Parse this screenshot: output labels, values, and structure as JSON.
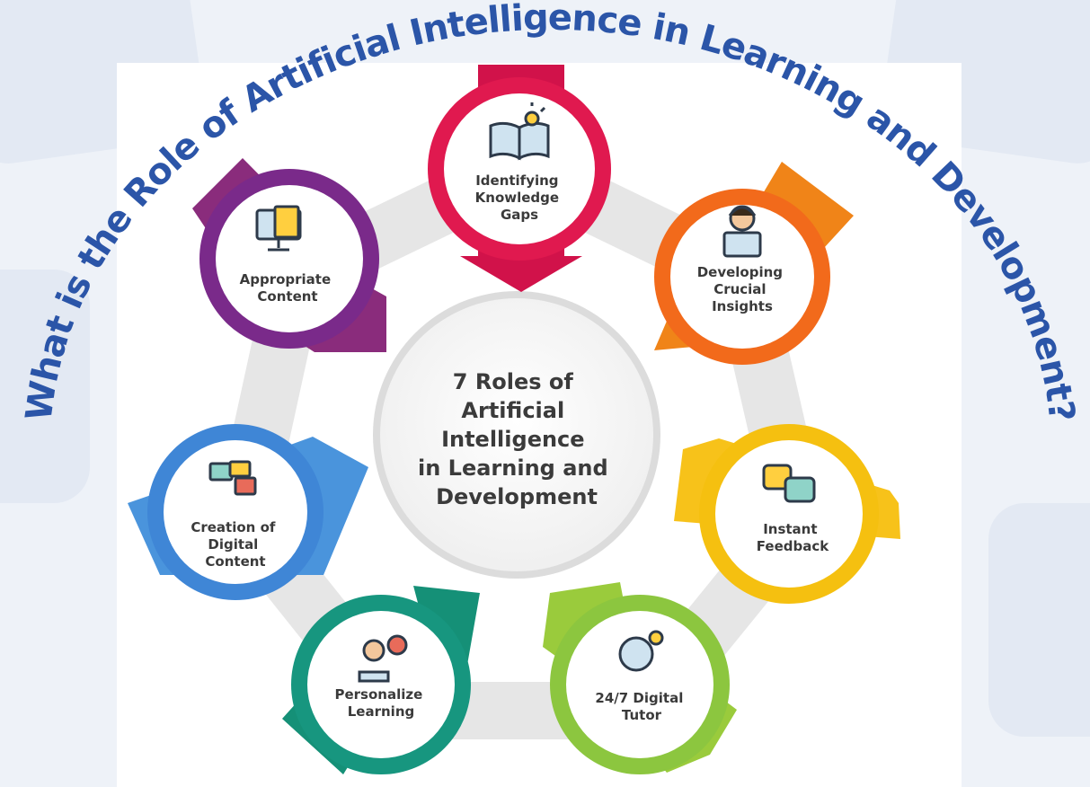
{
  "title": "What is the Role of Artificial Intelligence in Learning and Development?",
  "center": {
    "lines": [
      "7 Roles of",
      "Artificial",
      "Intelligence",
      "in Learning and",
      "Development"
    ]
  },
  "roles": [
    {
      "lines": [
        "Identifying",
        "Knowledge",
        "Gaps"
      ],
      "icon": "book-lightbulb-icon",
      "color": "#e0194f"
    },
    {
      "lines": [
        "Developing",
        "Crucial",
        "Insights"
      ],
      "icon": "developer-laptop-icon",
      "color": "#f26a1b"
    },
    {
      "lines": [
        "Instant",
        "Feedback"
      ],
      "icon": "chat-feedback-icon",
      "color": "#f5c010"
    },
    {
      "lines": [
        "24/7 Digital",
        "Tutor"
      ],
      "icon": "clock-24-7-icon",
      "color": "#8cc63f"
    },
    {
      "lines": [
        "Personalize",
        "Learning"
      ],
      "icon": "student-globe-icon",
      "color": "#17967f"
    },
    {
      "lines": [
        "Creation of",
        "Digital",
        "Content"
      ],
      "icon": "digital-content-icon",
      "color": "#3f86d6"
    },
    {
      "lines": [
        "Appropriate",
        "Content"
      ],
      "icon": "computer-document-icon",
      "color": "#7a2a8a"
    }
  ]
}
